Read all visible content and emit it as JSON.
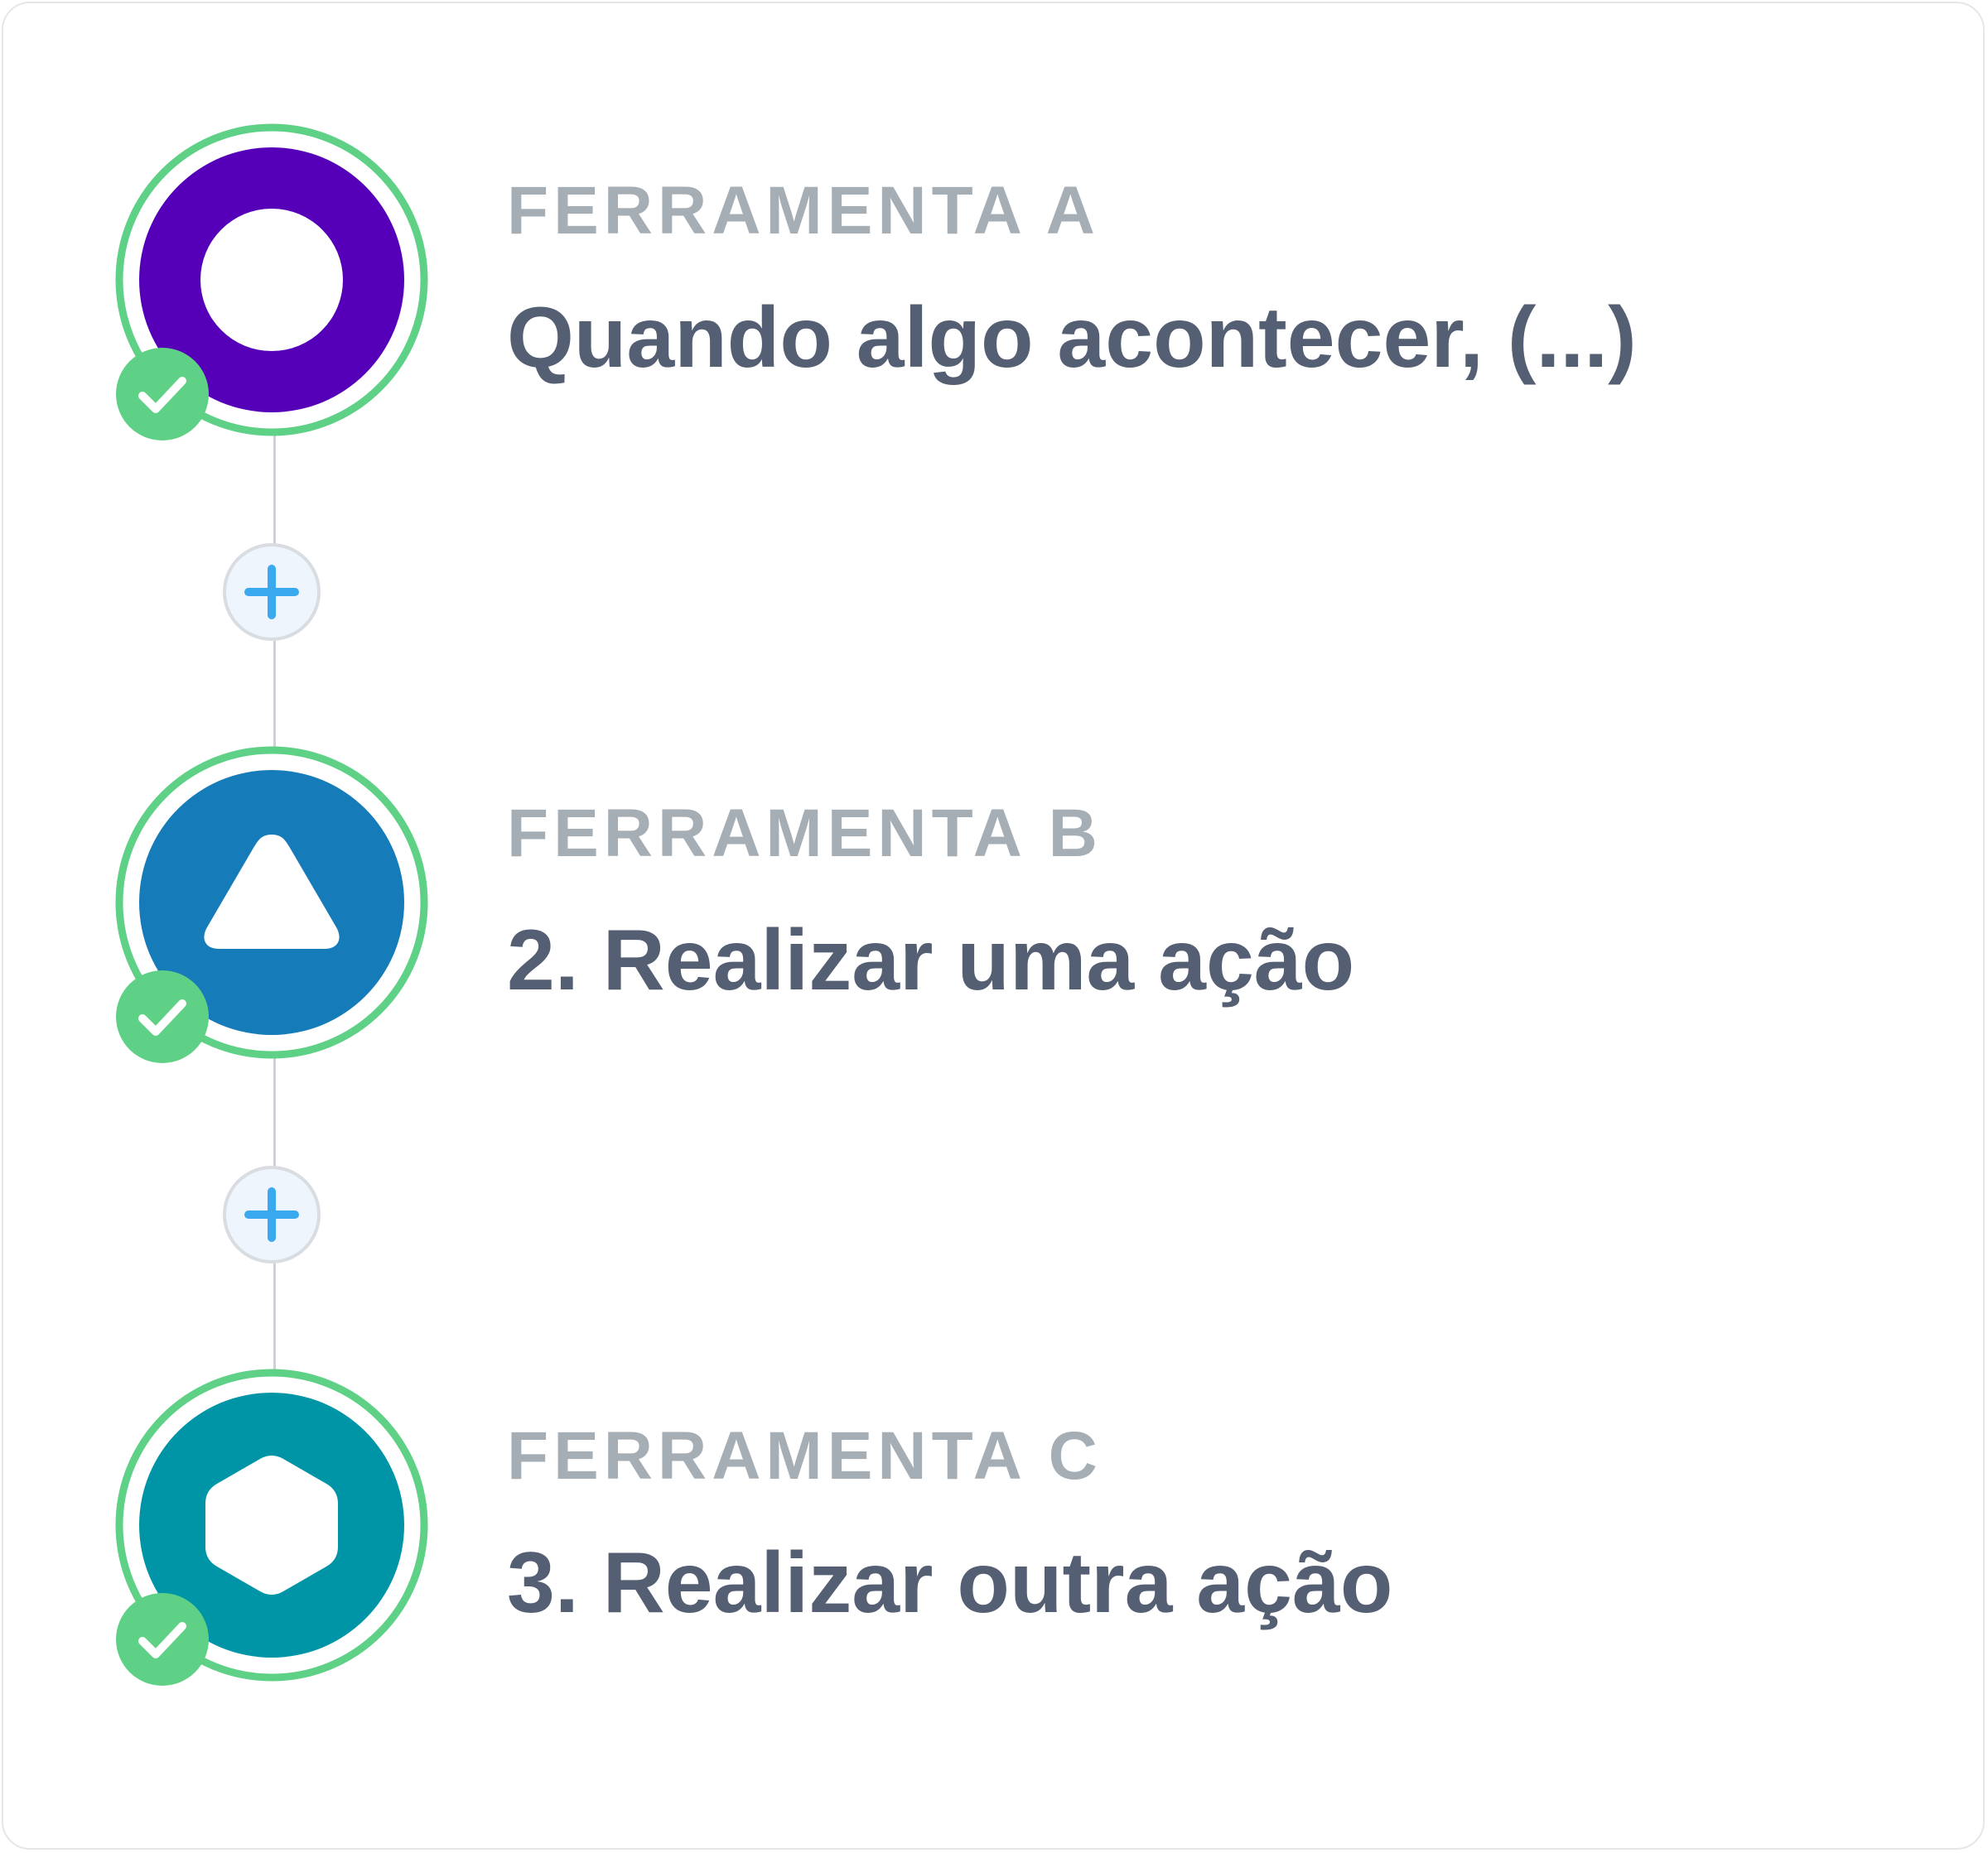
{
  "colors": {
    "success_ring": "#5fd186",
    "check_badge": "#5fd186",
    "connector": "#cdd1d6",
    "add_button_bg": "#eef5fc",
    "add_button_border": "#d9dde2",
    "add_icon": "#3ba9ef",
    "label_gray": "#a5adb5",
    "title_slate": "#555f73"
  },
  "steps": [
    {
      "tool": "FERRAMENTA A",
      "title": "Quando algo acontecer, (...)",
      "icon": "circle-icon",
      "color": "#5500b8",
      "status": "complete"
    },
    {
      "tool": "FERRAMENTA B",
      "title": "2. Realizar uma ação",
      "icon": "triangle-icon",
      "color": "#167bb9",
      "status": "complete"
    },
    {
      "tool": "FERRAMENTA C",
      "title": "3. Realizar outra ação",
      "icon": "hexagon-icon",
      "color": "#0095a6",
      "status": "complete"
    }
  ],
  "add_buttons": [
    {
      "icon": "plus-icon"
    },
    {
      "icon": "plus-icon"
    }
  ]
}
